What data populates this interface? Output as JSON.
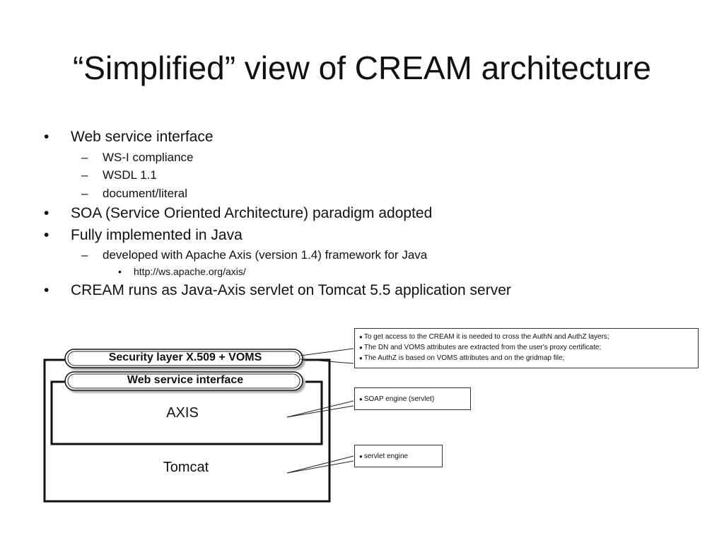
{
  "slide": {
    "title": "“Simplified” view of CREAM architecture"
  },
  "bullets": [
    {
      "level": 1,
      "marker": "•",
      "text": "Web service interface"
    },
    {
      "level": 2,
      "marker": "–",
      "text": "WS-I compliance"
    },
    {
      "level": 2,
      "marker": "–",
      "text": "WSDL 1.1"
    },
    {
      "level": 2,
      "marker": "–",
      "text": "document/literal"
    },
    {
      "level": 1,
      "marker": "•",
      "text": "SOA (Service Oriented Architecture) paradigm adopted"
    },
    {
      "level": 1,
      "marker": "•",
      "text": "Fully implemented in Java"
    },
    {
      "level": 2,
      "marker": "–",
      "text": "developed with Apache Axis (version 1.4) framework for Java"
    },
    {
      "level": 3,
      "marker": "•",
      "text": "http://ws.apache.org/axis/"
    },
    {
      "level": 1,
      "marker": "•",
      "text": "CREAM runs as Java-Axis servlet on Tomcat 5.5 application server"
    }
  ],
  "diagram": {
    "security_layer": "Security layer X.509 + VOMS",
    "web_service_interface": "Web service interface",
    "axis": "AXIS",
    "tomcat": "Tomcat",
    "notes": {
      "security": [
        "To get access to the CREAM it is needed to cross the AuthN and AuthZ layers;",
        "The DN and VOMS attributes are extracted from the user's proxy certificate;",
        "The AuthZ is based on VOMS attributes and on the gridmap file;"
      ],
      "axis": [
        "SOAP engine (servlet)"
      ],
      "tomcat": [
        "servlet engine"
      ]
    }
  }
}
